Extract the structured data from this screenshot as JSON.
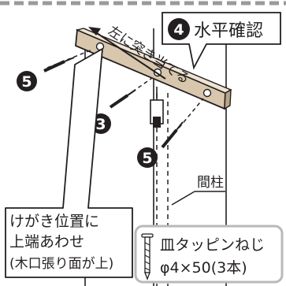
{
  "callouts": {
    "step4_number": "4",
    "step4_label": "水平確認",
    "push_left": "左に突き当てる",
    "step3_number": "3",
    "step5_number": "5",
    "post_label": "間柱"
  },
  "note_box": {
    "line1": "けがき位置に",
    "line2": "上端あわせ",
    "line3": "(木口張り面が上)"
  },
  "screw_box": {
    "line1": "皿タッピンねじ",
    "line2": "φ4×50(3本)"
  },
  "colors": {
    "rail_fill": "#d8c7ac",
    "outline": "#231f20",
    "accent_gray": "#b9b9b9"
  }
}
